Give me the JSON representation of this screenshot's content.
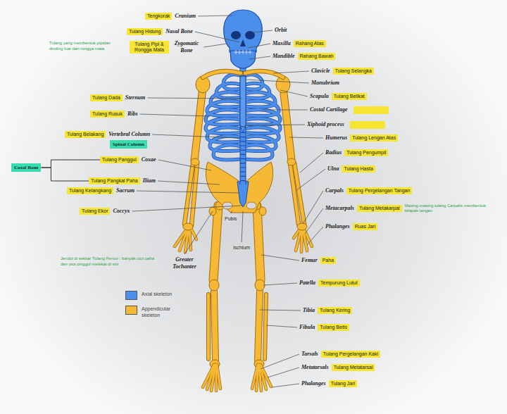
{
  "diagram": {
    "nodes": [
      {
        "text": [
          "Tengkorak"
        ]
      },
      {
        "text": [
          "Tulang Hidung"
        ]
      },
      {
        "text": [
          "Tulang Pipi & Rongga Mata"
        ]
      },
      {
        "text": [
          "Rahang Atas"
        ]
      },
      {
        "text": [
          "Rahang Bawah"
        ]
      },
      {
        "text": [
          "Tulang Selangka"
        ]
      },
      {
        "text": [
          "Tulang Dada"
        ]
      },
      {
        "text": [
          "Tulang Belikat"
        ]
      },
      {
        "text": [
          "Tulang Rusuk"
        ]
      },
      {
        "text": [
          "Tulang Belakang"
        ]
      },
      {
        "text": [
          "Spinal Column"
        ]
      },
      {
        "text": [
          "Tulang Lengan Atas"
        ]
      },
      {
        "text": [
          "Tulang Pengumpil"
        ]
      },
      {
        "text": [
          "Tulang Panggul"
        ]
      },
      {
        "text": [
          "Coxal Bone"
        ]
      },
      {
        "text": [
          "Tulang Hasta"
        ]
      },
      {
        "text": [
          "Tulang Pangkal Paha"
        ]
      },
      {
        "text": [
          "Tulang Kelangkang"
        ]
      },
      {
        "text": [
          "Tulang Pergelangan Tangan"
        ]
      },
      {
        "text": [
          "Tulang Metakarpal"
        ]
      },
      {
        "text": [
          "Tulang Ekor"
        ]
      },
      {
        "text": [
          "Ruas Jari"
        ]
      },
      {
        "text": [
          "Paha"
        ]
      },
      {
        "text": [
          "Tempurung Lutut"
        ]
      },
      {
        "text": [
          "Tulang Kering"
        ]
      },
      {
        "text": [
          "Tulang Betis"
        ]
      },
      {
        "text": [
          "Tulang Pergelangan Kaki"
        ]
      },
      {
        "text": [
          "Tulang Metatarsal"
        ]
      },
      {
        "text": [
          "Tulang Jari"
        ]
      }
    ],
    "edges": [
      {
        "from": 14,
        "to": 13,
        "arrow": "none"
      },
      {
        "from": 14,
        "to": 16,
        "arrow": "none"
      }
    ],
    "labels": [
      "Cranium",
      "Nasal Bone",
      "Tulang yang membentuk pipidan dinding luar dari rongga mata",
      "Zygomatic Bone",
      "Orbit",
      "Maxilla",
      "Mandible",
      "Clavicle",
      "Manubrium",
      "Sternum",
      "Scapula",
      "Costal Cartilage",
      "Ribs",
      "Xiphoid process",
      "Vertebral Column",
      "Humerus",
      "Radius",
      "Coxae",
      "Ulna",
      "Ilium",
      "Carpals",
      "Sacrum",
      "Metacarpals",
      "Masing-masing tulang Carpalis membentuk telapak tangan",
      "Coccyx",
      "Pubis",
      "Phalanges",
      "Ischium",
      "Jendol di sekitar Tulang Femur : banyak otot paha dan otot pinggul melekat di sini",
      "Femur",
      "Greater Tochanter",
      "Patella",
      "Tibia",
      "Fibula",
      "Tarsals",
      "Metatarsals",
      "Phalanges"
    ],
    "legend": [
      {
        "text": "Axial skeleton",
        "color": "#4b8fea"
      },
      {
        "text": "Appendicular skeleton",
        "color": "#f5b935"
      }
    ]
  }
}
